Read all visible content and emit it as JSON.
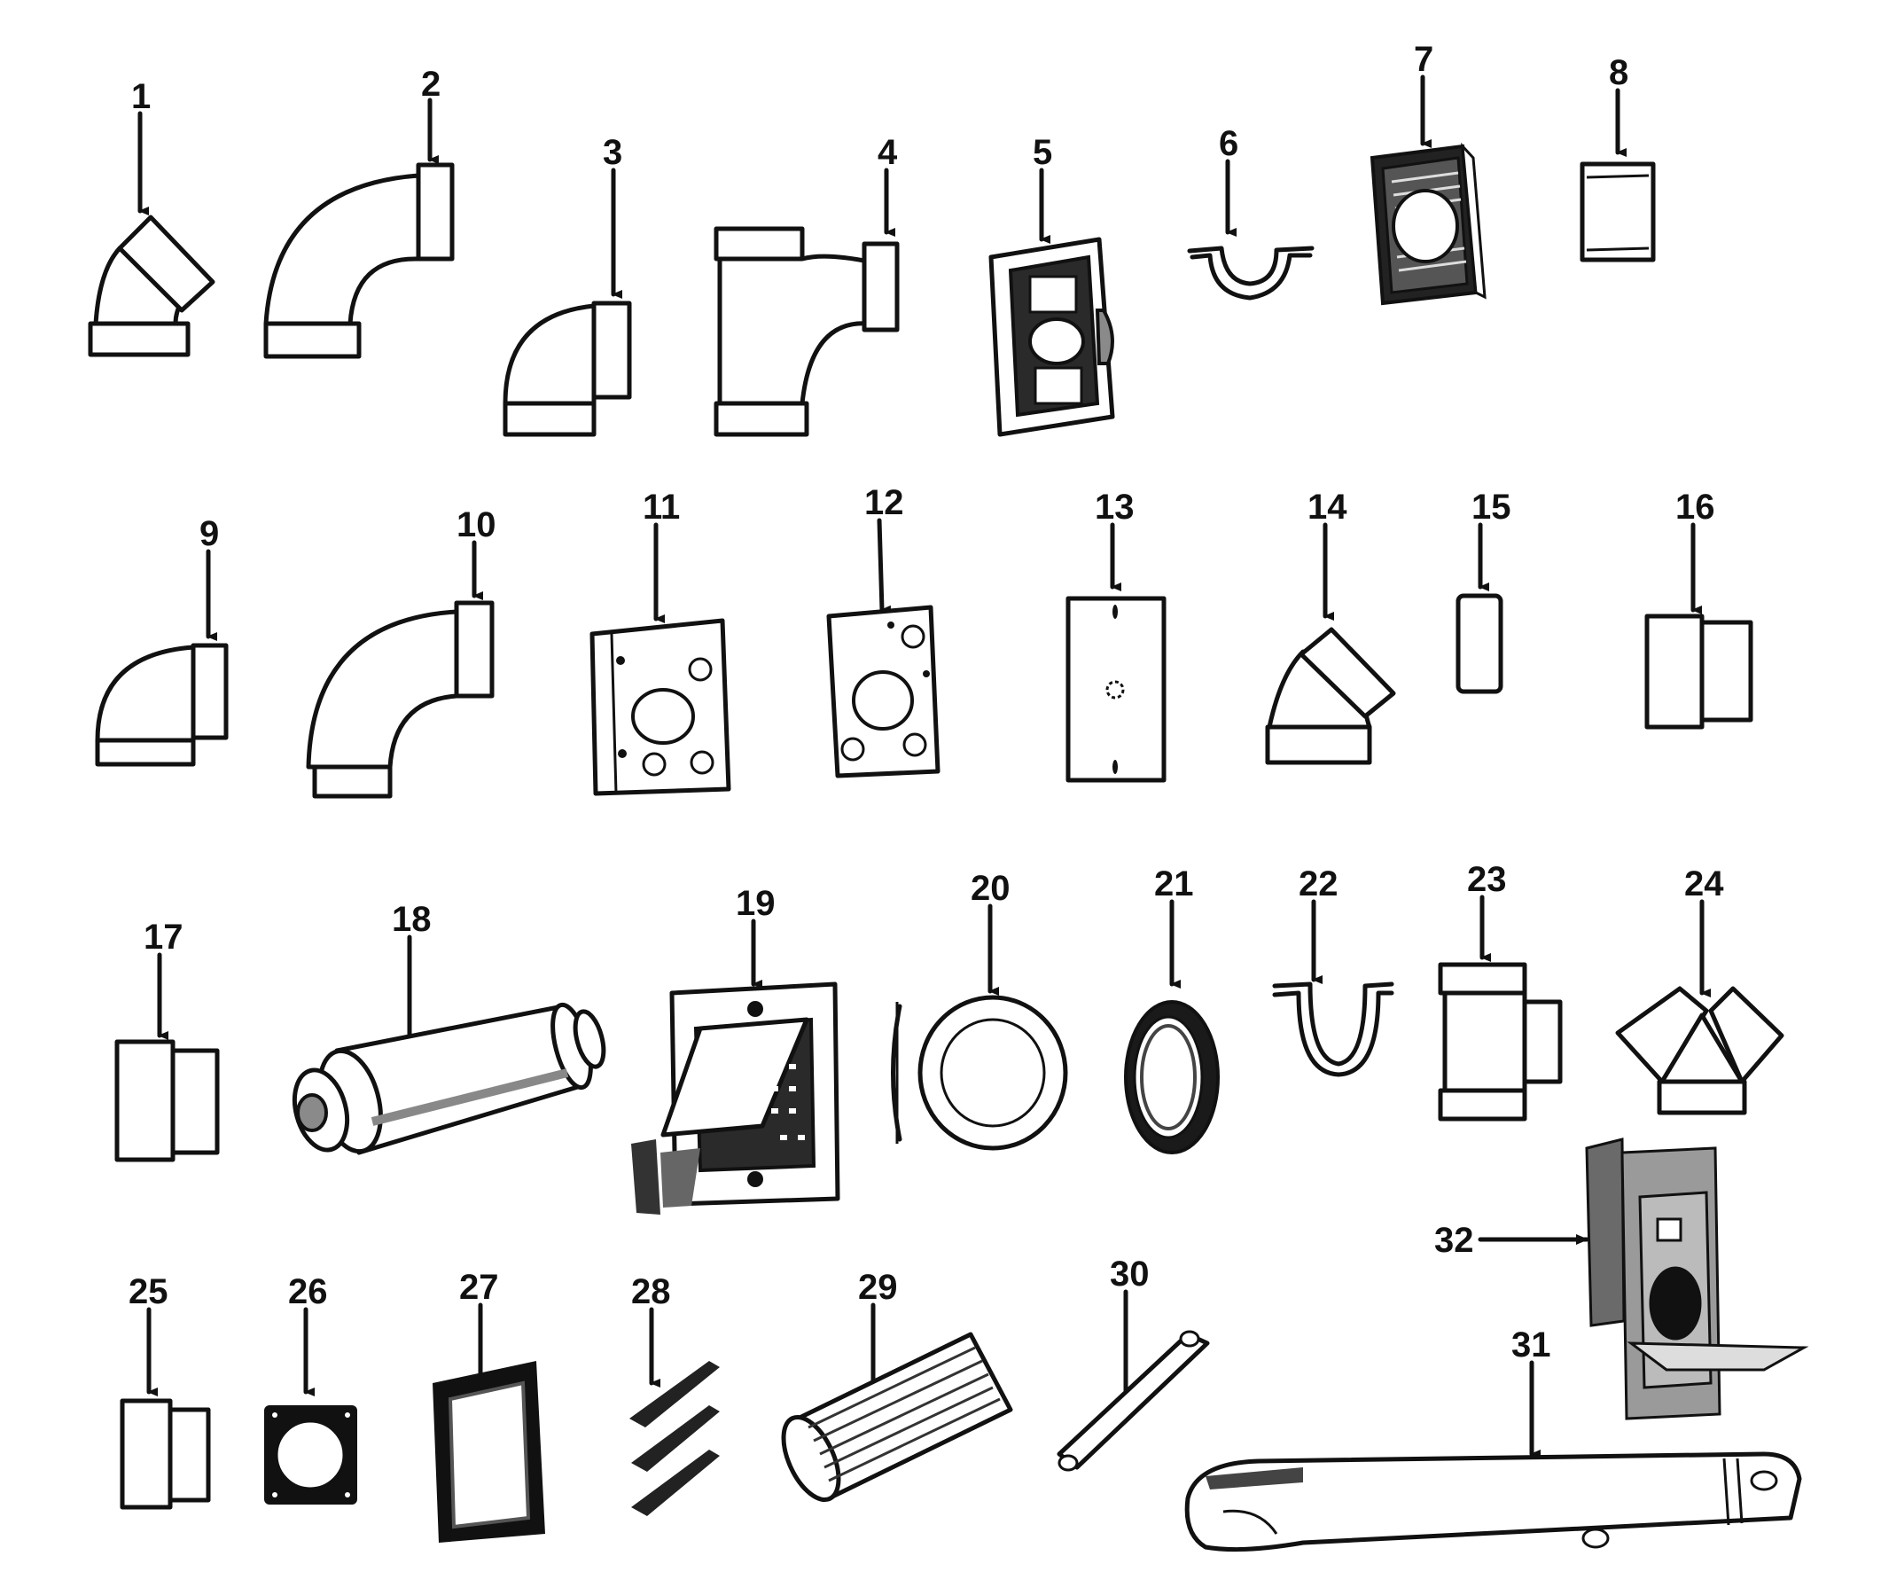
{
  "parts": [
    {
      "id": "1",
      "label": "1"
    },
    {
      "id": "2",
      "label": "2"
    },
    {
      "id": "3",
      "label": "3"
    },
    {
      "id": "4",
      "label": "4"
    },
    {
      "id": "5",
      "label": "5"
    },
    {
      "id": "6",
      "label": "6"
    },
    {
      "id": "7",
      "label": "7"
    },
    {
      "id": "8",
      "label": "8"
    },
    {
      "id": "9",
      "label": "9"
    },
    {
      "id": "10",
      "label": "10"
    },
    {
      "id": "11",
      "label": "11"
    },
    {
      "id": "12",
      "label": "12"
    },
    {
      "id": "13",
      "label": "13"
    },
    {
      "id": "14",
      "label": "14"
    },
    {
      "id": "15",
      "label": "15"
    },
    {
      "id": "16",
      "label": "16"
    },
    {
      "id": "17",
      "label": "17"
    },
    {
      "id": "18",
      "label": "18"
    },
    {
      "id": "19",
      "label": "19"
    },
    {
      "id": "20",
      "label": "20"
    },
    {
      "id": "21",
      "label": "21"
    },
    {
      "id": "22",
      "label": "22"
    },
    {
      "id": "23",
      "label": "23"
    },
    {
      "id": "24",
      "label": "24"
    },
    {
      "id": "25",
      "label": "25"
    },
    {
      "id": "26",
      "label": "26"
    },
    {
      "id": "27",
      "label": "27"
    },
    {
      "id": "28",
      "label": "28"
    },
    {
      "id": "29",
      "label": "29"
    },
    {
      "id": "30",
      "label": "30"
    },
    {
      "id": "31",
      "label": "31"
    },
    {
      "id": "32",
      "label": "32"
    }
  ]
}
